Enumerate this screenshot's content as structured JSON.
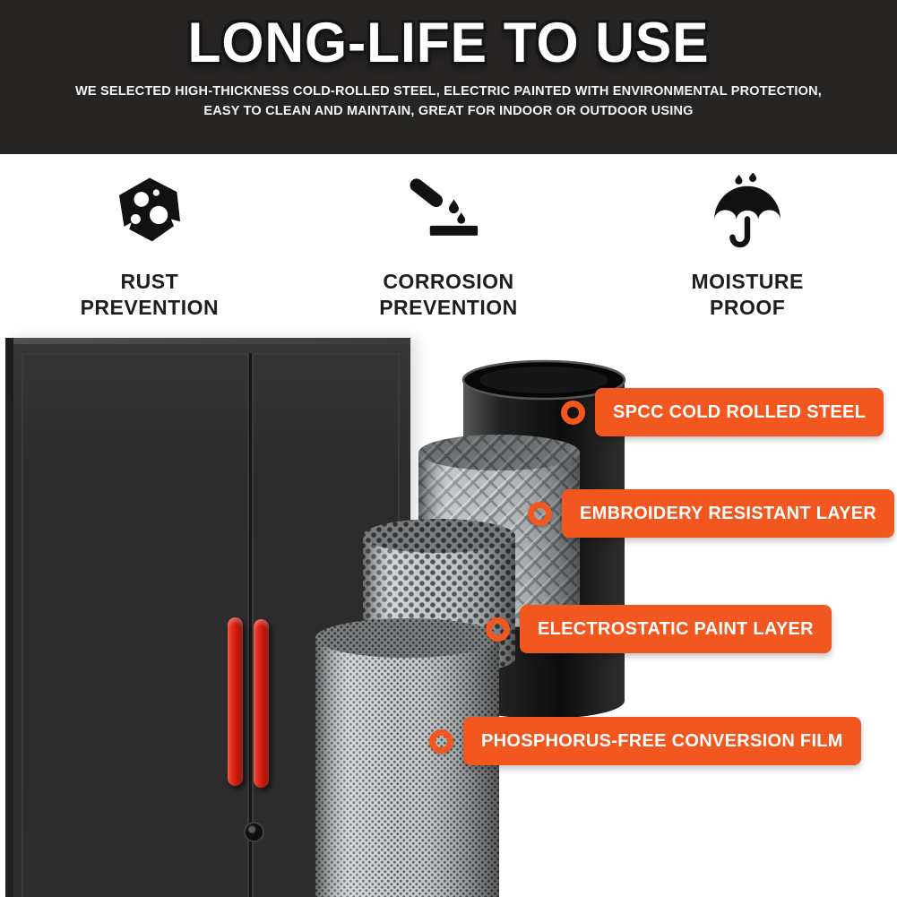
{
  "header": {
    "title": "LONG-LIFE TO USE",
    "subtitle_line1": "WE SELECTED HIGH-THICKNESS COLD-ROLLED STEEL, ELECTRIC PAINTED WITH ENVIRONMENTAL PROTECTION,",
    "subtitle_line2": "EASY TO CLEAN AND MAINTAIN, GREAT FOR INDOOR OR OUTDOOR USING"
  },
  "features": [
    {
      "icon": "rust-prevention-icon",
      "line1": "RUST",
      "line2": "PREVENTION"
    },
    {
      "icon": "corrosion-prevention-icon",
      "line1": "CORROSION",
      "line2": "PREVENTION"
    },
    {
      "icon": "moisture-proof-icon",
      "line1": "MOISTURE",
      "line2": "PROOF"
    }
  ],
  "callouts": [
    {
      "label": "SPCC COLD ROLLED STEEL"
    },
    {
      "label": "EMBROIDERY RESISTANT LAYER"
    },
    {
      "label": "ELECTROSTATIC PAINT LAYER"
    },
    {
      "label": "PHOSPHORUS-FREE CONVERSION FILM"
    }
  ],
  "colors": {
    "accent_orange": "#F2571F",
    "header_background": "#272524",
    "cabinet_body": "#2C2C2C",
    "handle_red": "#D8261A"
  }
}
